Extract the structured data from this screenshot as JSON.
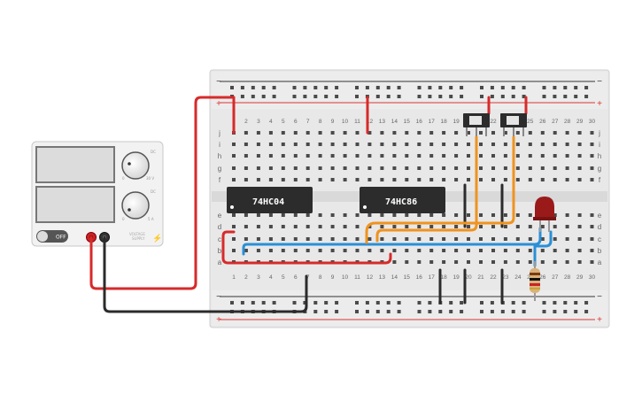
{
  "power_supply": {
    "switch_label": "OFF",
    "knob_top_label": "DC",
    "knob_top_min": "0",
    "knob_top_max": "30 V",
    "knob_bottom_label": "DC",
    "knob_bottom_min": "0",
    "knob_bottom_max": "5 A",
    "brand_line1": "VOLTAGE",
    "brand_line2": "SUPPLY"
  },
  "breadboard": {
    "rail_minus": "−",
    "rail_plus": "+",
    "column_numbers": [
      "1",
      "2",
      "3",
      "4",
      "5",
      "6",
      "7",
      "8",
      "9",
      "10",
      "11",
      "12",
      "13",
      "14",
      "15",
      "16",
      "17",
      "18",
      "19",
      "20",
      "21",
      "22",
      "23",
      "24",
      "25",
      "26",
      "27",
      "28",
      "29",
      "30"
    ],
    "rows_top": [
      "j",
      "i",
      "h",
      "g",
      "f"
    ],
    "rows_bottom": [
      "e",
      "d",
      "c",
      "b",
      "a"
    ]
  },
  "chips": [
    {
      "label": "74HC04"
    },
    {
      "label": "74HC86"
    }
  ],
  "colors": {
    "wire_red": "#d72a2a",
    "wire_black": "#2b2b2b",
    "wire_orange": "#f0931f",
    "wire_blue": "#2a8fd6",
    "rail_red": "#d33",
    "led": "#9a1a1a"
  }
}
